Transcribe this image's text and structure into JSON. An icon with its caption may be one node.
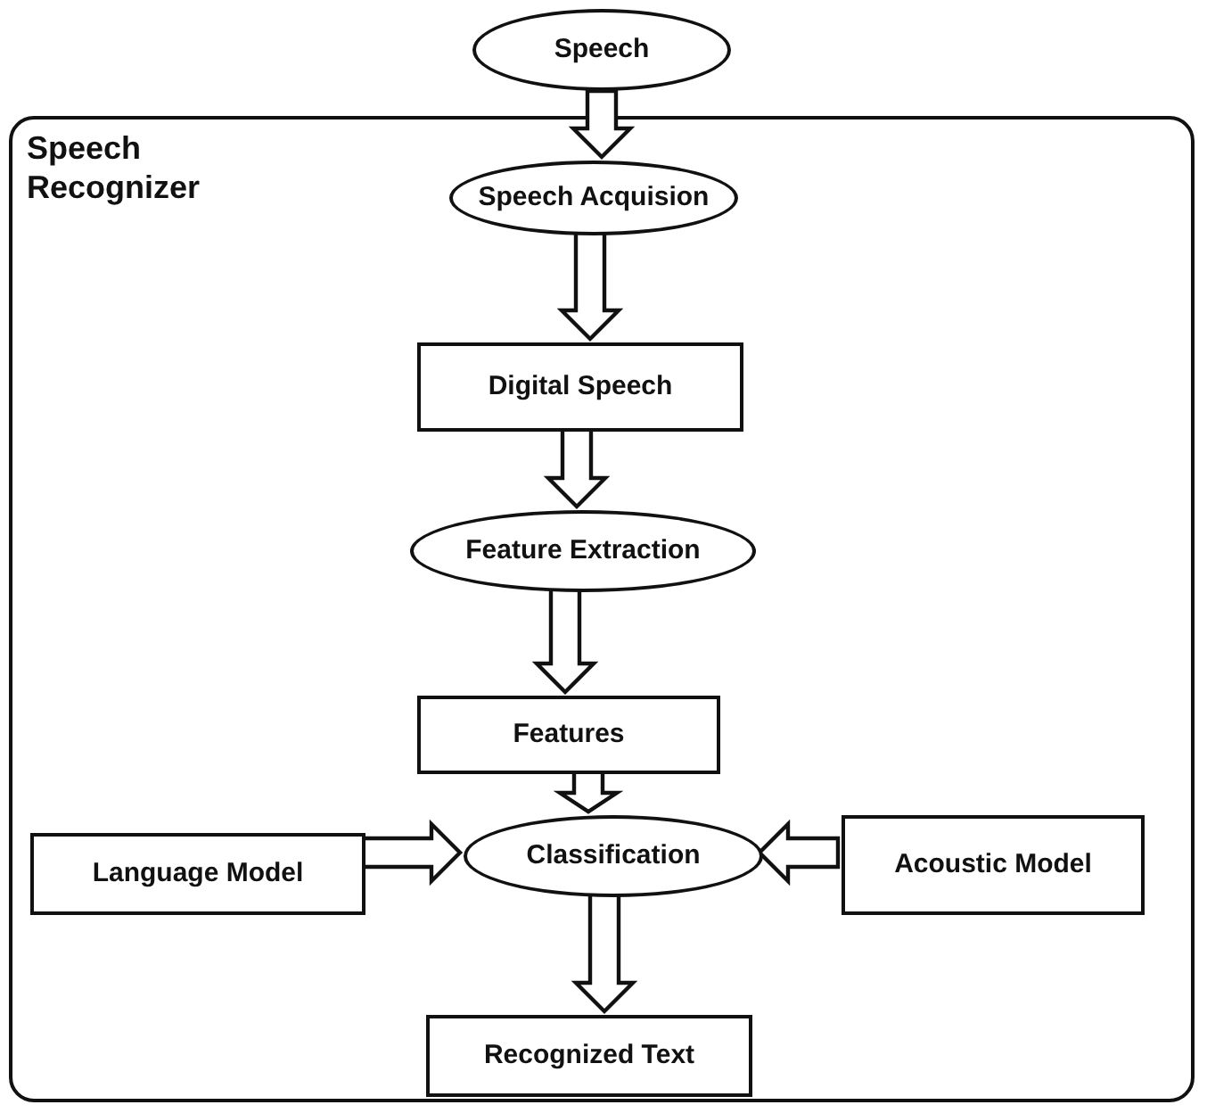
{
  "diagram": {
    "nodes": [
      {
        "text": [
          "Speech"
        ]
      },
      {
        "text": [
          "Speech Recognizer"
        ]
      },
      {
        "text": [
          "Speech Acquision"
        ],
        "in": 1
      },
      {
        "text": [
          "Digital Speech"
        ],
        "in": 1
      },
      {
        "text": [
          "Feature Extraction"
        ],
        "in": 1
      },
      {
        "text": [
          "Features"
        ],
        "in": 1
      },
      {
        "text": [
          "Language Model"
        ],
        "in": 1
      },
      {
        "text": [
          "Classification"
        ],
        "in": 1
      },
      {
        "text": [
          "Acoustic Model"
        ],
        "in": 1
      },
      {
        "text": [
          "Recognized Text"
        ],
        "in": 1
      }
    ],
    "edges": [
      {
        "from": 0,
        "to": 2,
        "arrow": "to"
      },
      {
        "from": 2,
        "to": 3,
        "arrow": "to"
      },
      {
        "from": 3,
        "to": 4,
        "arrow": "to"
      },
      {
        "from": 4,
        "to": 5,
        "arrow": "to"
      },
      {
        "from": 5,
        "to": 7,
        "arrow": "to"
      },
      {
        "from": 6,
        "to": 7,
        "arrow": "to"
      },
      {
        "from": 8,
        "to": 7,
        "arrow": "to"
      },
      {
        "from": 7,
        "to": 9,
        "arrow": "to"
      }
    ]
  }
}
